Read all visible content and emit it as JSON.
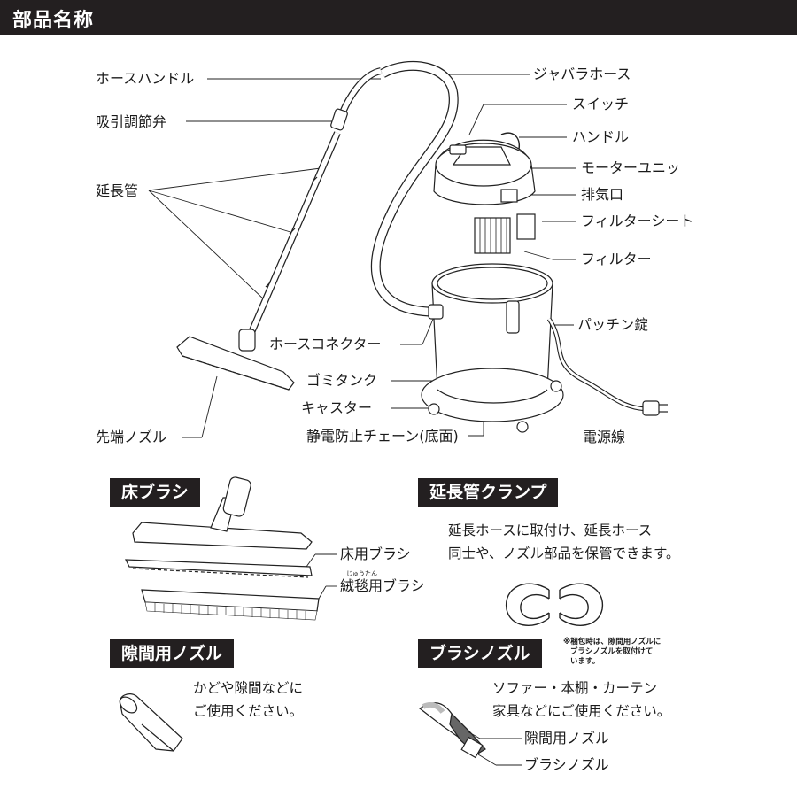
{
  "header": {
    "title": "部品名称"
  },
  "labels": {
    "hose_handle": "ホースハンドル",
    "suction_valve": "吸引調節弁",
    "extension_pipe": "延長管",
    "bellows_hose": "ジャバラホース",
    "switch": "スイッチ",
    "handle": "ハンドル",
    "motor_unit": "モーターユニッ",
    "exhaust": "排気口",
    "filter_sheet": "フィルターシート",
    "filter": "フィルター",
    "latch": "パッチン錠",
    "hose_connector": "ホースコネクター",
    "dust_tank": "ゴミタンク",
    "caster": "キャスター",
    "antistatic_chain": "静電防止チェーン(底面)",
    "tip_nozzle": "先端ノズル",
    "power_cord": "電源線"
  },
  "floor_brush": {
    "tag": "床ブラシ",
    "floor_label": "床用ブラシ",
    "carpet_label": "絨毯用ブラシ",
    "carpet_ruby": "じゅうたん"
  },
  "clamp": {
    "tag": "延長管クランプ",
    "desc_line1": "延長ホースに取付け、延長ホース",
    "desc_line2": "同士や、ノズル部品を保管できます。"
  },
  "crevice": {
    "tag": "隙間用ノズル",
    "desc_line1": "かどや隙間などに",
    "desc_line2": "ご使用ください。"
  },
  "brush_nozzle": {
    "tag": "ブラシノズル",
    "note_line1": "※梱包時は、隙間用ノズルに",
    "note_line2": "ブラシノズルを取付けて",
    "note_line3": "います。",
    "desc_line1": "ソファー・本棚・カーテン",
    "desc_line2": "家具などにご使用ください。",
    "crevice_label": "隙間用ノズル",
    "brush_label": "ブラシノズル"
  }
}
